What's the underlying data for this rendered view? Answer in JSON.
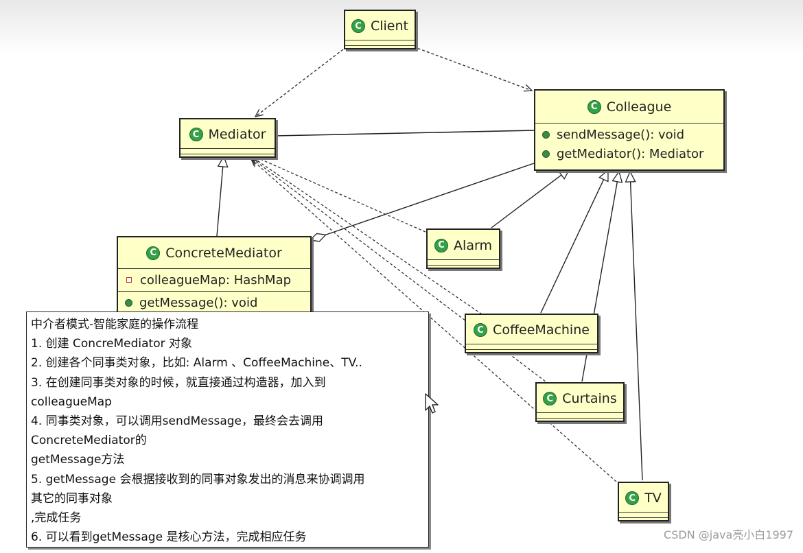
{
  "classes": {
    "client": {
      "name": "Client",
      "icon": "class-icon"
    },
    "mediator": {
      "name": "Mediator",
      "icon": "class-icon"
    },
    "colleague": {
      "name": "Colleague",
      "icon": "class-icon",
      "methods": [
        "sendMessage(): void",
        "getMediator(): Mediator"
      ]
    },
    "concrete_mediator": {
      "name": "ConcreteMediator",
      "icon": "class-icon",
      "fields": [
        "colleagueMap: HashMap"
      ],
      "methods": [
        "getMessage(): void"
      ]
    },
    "alarm": {
      "name": "Alarm",
      "icon": "class-icon"
    },
    "coffee_machine": {
      "name": "CoffeeMachine",
      "icon": "class-icon"
    },
    "curtains": {
      "name": "Curtains",
      "icon": "class-icon"
    },
    "tv": {
      "name": "TV",
      "icon": "class-icon"
    }
  },
  "note": {
    "lines": [
      "中介者模式-智能家庭的操作流程",
      "1. 创建 ConcreMediator 对象",
      "2. 创建各个同事类对象，比如: Alarm 、CoffeeMachine、TV..",
      "3. 在创建同事类对象的时候，就直接通过构造器，加入到",
      "colleagueMap",
      "4. 同事类对象，可以调用sendMessage，最终会去调用",
      "ConcreteMediator的",
      "getMessage方法",
      "5. getMessage 会根据接收到的同事对象发出的消息来协调调用",
      "其它的同事对象",
      ",完成任务",
      "6. 可以看到getMessage 是核心方法，完成相应任务"
    ]
  },
  "watermark": "CSDN @java亮小白1997",
  "colors": {
    "class_fill": "#ffffc8",
    "class_icon": "#35a047",
    "line": "#222222"
  }
}
